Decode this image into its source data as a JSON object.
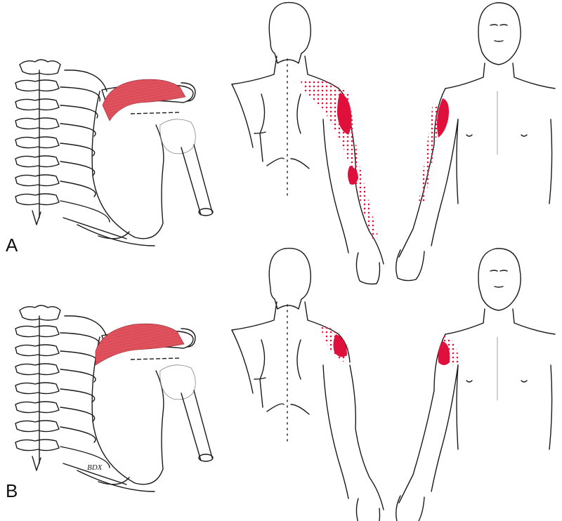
{
  "figure": {
    "subject": "Supraspinatus trigger points and referred pain patterns",
    "panels": [
      {
        "label": "A",
        "description": "Supraspinatus muscle belly trigger point; pain referred to mid-deltoid, down lateral arm and forearm to lateral epicondyle"
      },
      {
        "label": "B",
        "description": "Supraspinatus tendon/lateral trigger point; pain concentrated in deltoid region"
      }
    ],
    "artist_signature": "BDX",
    "colors": {
      "muscle": "#e0525e",
      "pain_dense": "#e0103c",
      "pain_spillover": "#e0103c",
      "line": "#1a1a1a"
    }
  }
}
